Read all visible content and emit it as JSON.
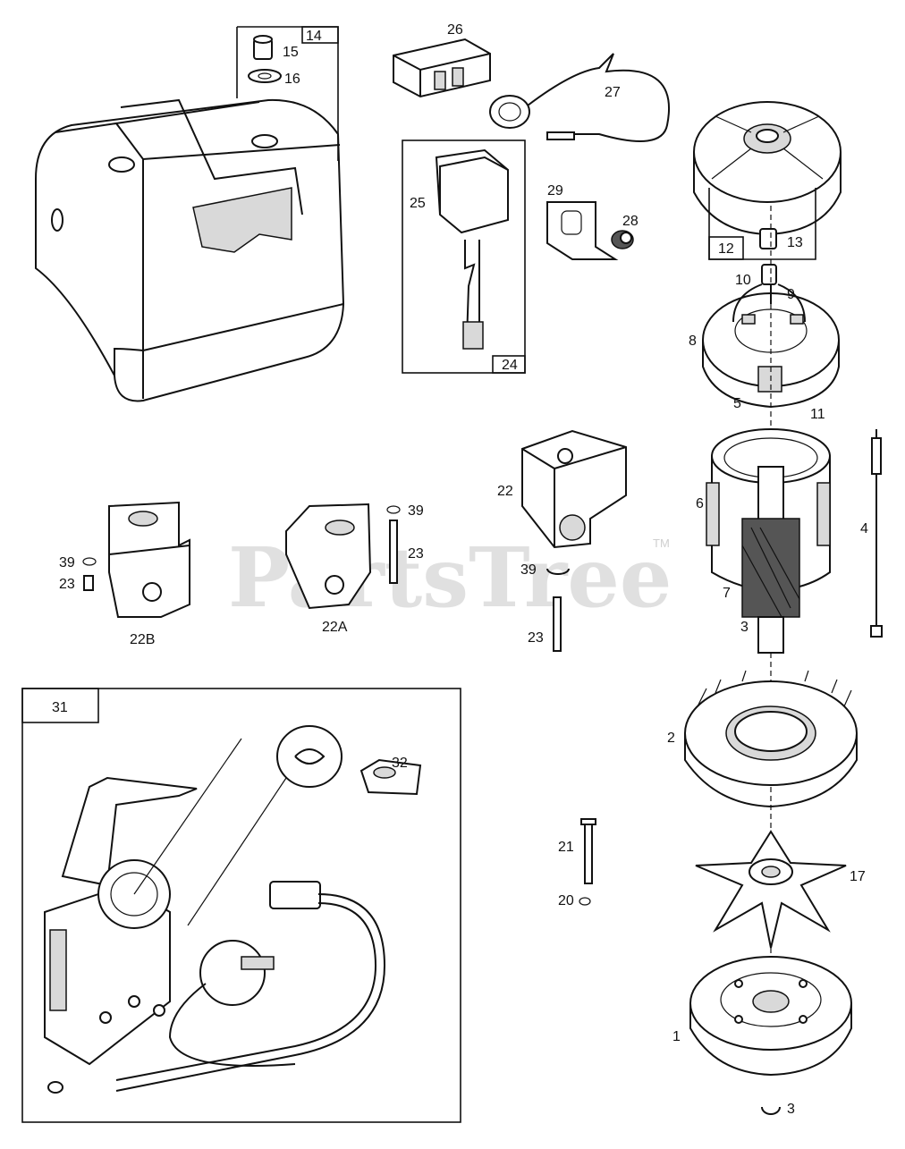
{
  "watermark": {
    "text": "PartsTree",
    "mark": "TM"
  },
  "boxes": {
    "box14": "14",
    "box24": "24",
    "box12": "12",
    "box31": "31"
  },
  "callouts": {
    "c15": "15",
    "c16": "16",
    "c26": "26",
    "c27": "27",
    "c25": "25",
    "c29": "29",
    "c28": "28",
    "c13": "13",
    "c10": "10",
    "c9": "9",
    "c8": "8",
    "c11": "11",
    "c5": "5",
    "c6": "6",
    "c4": "4",
    "c22": "22",
    "c39a": "39",
    "c23a": "23",
    "c39b": "39",
    "c23b": "23",
    "c22b": "22B",
    "c22a": "22A",
    "c39c": "39",
    "c23c": "23",
    "c7": "7",
    "c3a": "3",
    "c2": "2",
    "c32": "32",
    "c21": "21",
    "c20": "20",
    "c17": "17",
    "c1": "1",
    "c3b": "3"
  }
}
